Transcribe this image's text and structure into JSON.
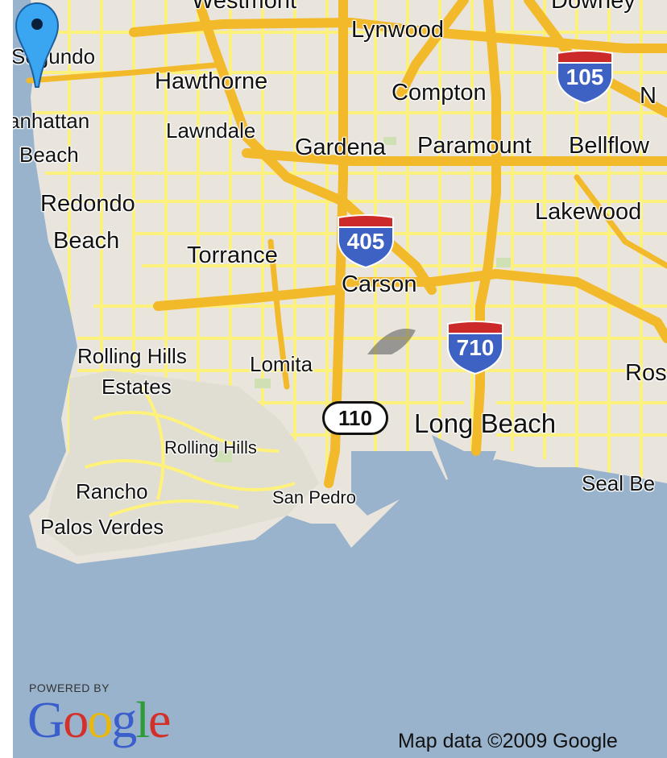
{
  "map": {
    "labels": {
      "westmont": "Westmont",
      "downey": "Downey",
      "lynwood": "Lynwood",
      "segundo": "Segundo",
      "hawthorne": "Hawthorne",
      "compton": "Compton",
      "n": "N",
      "manhattan": "anhattan",
      "beach1": "Beach",
      "lawndale": "Lawndale",
      "gardena": "Gardena",
      "paramount": "Paramount",
      "bellflower": "Bellflow",
      "redondo": "Redondo",
      "beach2": "Beach",
      "lakewood": "Lakewood",
      "torrance": "Torrance",
      "carson": "Carson",
      "rolling_hills_estates_1": "Rolling Hills",
      "rolling_hills_estates_2": "Estates",
      "lomita": "Lomita",
      "ros": "Ros",
      "long_beach": "Long Beach",
      "rolling_hills": "Rolling Hills",
      "rancho": "Rancho",
      "palos_verdes": "Palos Verdes",
      "san_pedro": "San Pedro",
      "seal_beach": "Seal Be"
    },
    "shields": {
      "i105": "105",
      "i405": "405",
      "i710": "710",
      "ca110": "110"
    },
    "colors": {
      "land": "#e9e5dc",
      "water": "#99b3cc",
      "major_road": "#f2b92a",
      "minor_road": "#fff27a",
      "interstate_blue": "#3d62c4",
      "interstate_red": "#cc2a2a",
      "pin": "#3aa5f0"
    }
  },
  "branding": {
    "powered_by": "POWERED BY",
    "logo": [
      "G",
      "o",
      "o",
      "g",
      "l",
      "e"
    ],
    "copyright": "Map data ©2009 Google"
  }
}
